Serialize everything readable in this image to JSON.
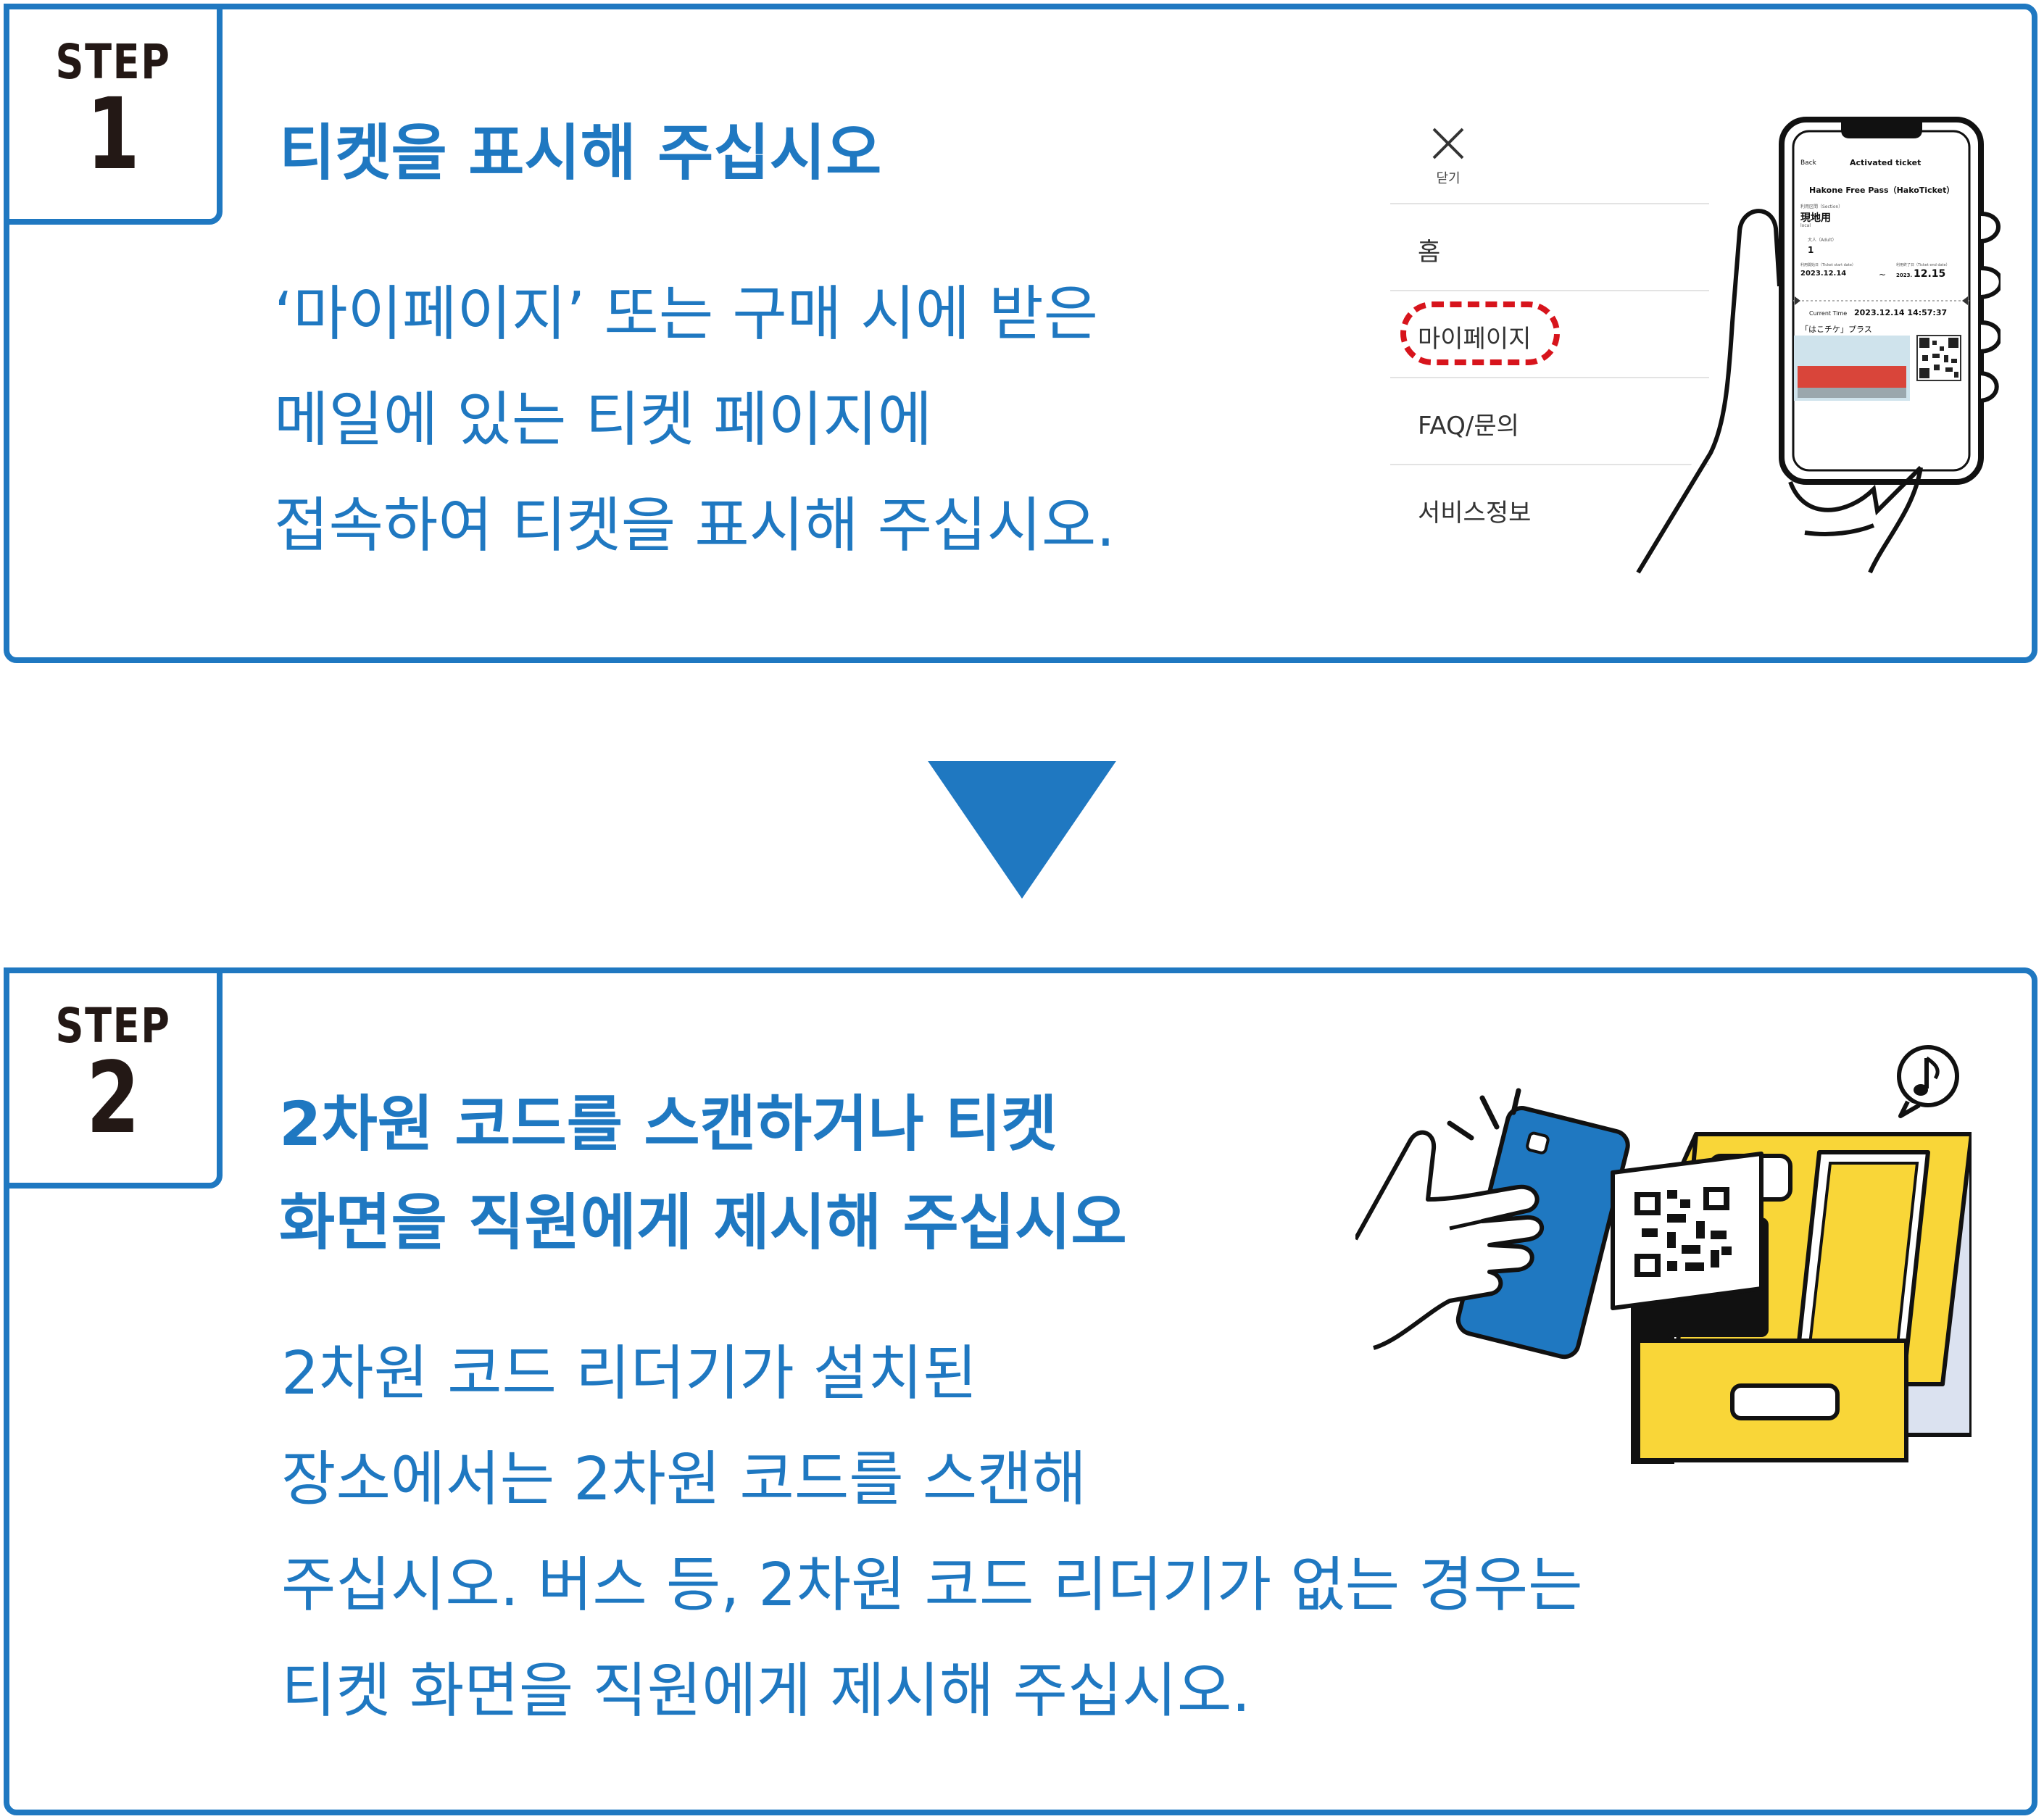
{
  "step1": {
    "step_word": "STEP",
    "step_number": "1",
    "title": "티켓을 표시해 주십시오",
    "body_lines": [
      "‘마이페이지’ 또는 구매 시에 받은",
      "메일에 있는 티켓 페이지에",
      "접속하여 티켓을 표시해 주십시오."
    ],
    "menu": {
      "close_label": "닫기",
      "items": [
        "홈",
        "마이페이지",
        "FAQ/문의",
        "서비스정보"
      ]
    },
    "ticket": {
      "back": "Back",
      "header": "Activated ticket",
      "name": "Hakone Free Pass（HakoTicket）",
      "section_label": "利用区間（Section）",
      "section_value": "現地用",
      "section_sub": "local",
      "adult_label": "大人（Adult）",
      "adult_value": "1",
      "start_label": "利用開始日（Ticket start date）",
      "start_value": "2023.12.14",
      "tilde": "~",
      "end_label": "利用終了日（Ticket end date）",
      "end_value_small": "2023.",
      "end_value_big": "12.15",
      "current_label": "Current Time",
      "current_value": "2023.12.14 14:57:37",
      "plus_label": "「はこチケ」プラス"
    }
  },
  "step2": {
    "step_word": "STEP",
    "step_number": "2",
    "title_lines": [
      "2차원 코드를 스캔하거나 티켓",
      "화면을 직원에게 제시해 주십시오"
    ],
    "body_lines": [
      "2차원 코드 리더기가 설치된",
      "장소에서는 2차원 코드를 스캔해",
      "주십시오. 버스 등, 2차원 코드 리더기가 없는 경우는",
      "티켓 화면을 직원에게 제시해 주십시오."
    ]
  },
  "colors": {
    "brand_blue": "#1f78c1",
    "highlight_red": "#d7141c",
    "scanner_yellow": "#f9d638",
    "text_dark": "#231815"
  },
  "icons": [
    "close-icon",
    "music-note-icon",
    "down-arrow-icon",
    "qr-code-icon"
  ]
}
